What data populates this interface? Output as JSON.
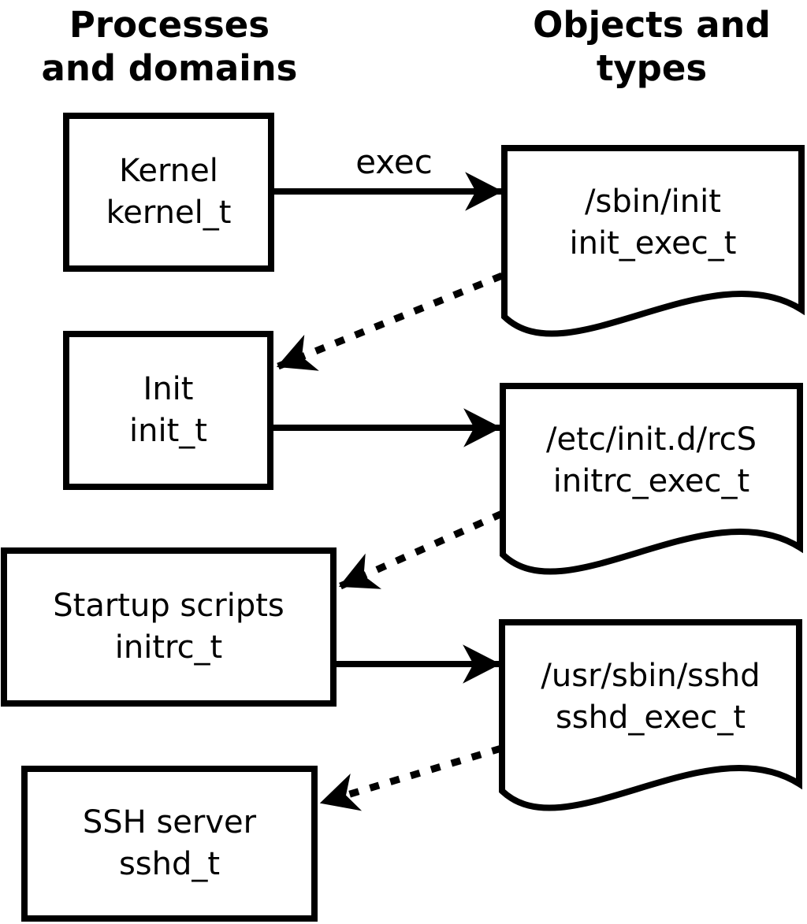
{
  "title_left": {
    "line1": "Processes",
    "line2": "and domains"
  },
  "title_right": {
    "line1": "Objects and",
    "line2": "types"
  },
  "processes": [
    {
      "name": "Kernel",
      "type": "kernel_t"
    },
    {
      "name": "Init",
      "type": "init_t"
    },
    {
      "name": "Startup scripts",
      "type": "initrc_t"
    },
    {
      "name": "SSH server",
      "type": "sshd_t"
    }
  ],
  "objects": [
    {
      "path": "/sbin/init",
      "type": "init_exec_t"
    },
    {
      "path": "/etc/init.d/rcS",
      "type": "initrc_exec_t"
    },
    {
      "path": "/usr/sbin/sshd",
      "type": "sshd_exec_t"
    }
  ],
  "edge_labels": {
    "exec": "exec"
  },
  "colors": {
    "foreground": "#000000",
    "background": "#ffffff"
  }
}
